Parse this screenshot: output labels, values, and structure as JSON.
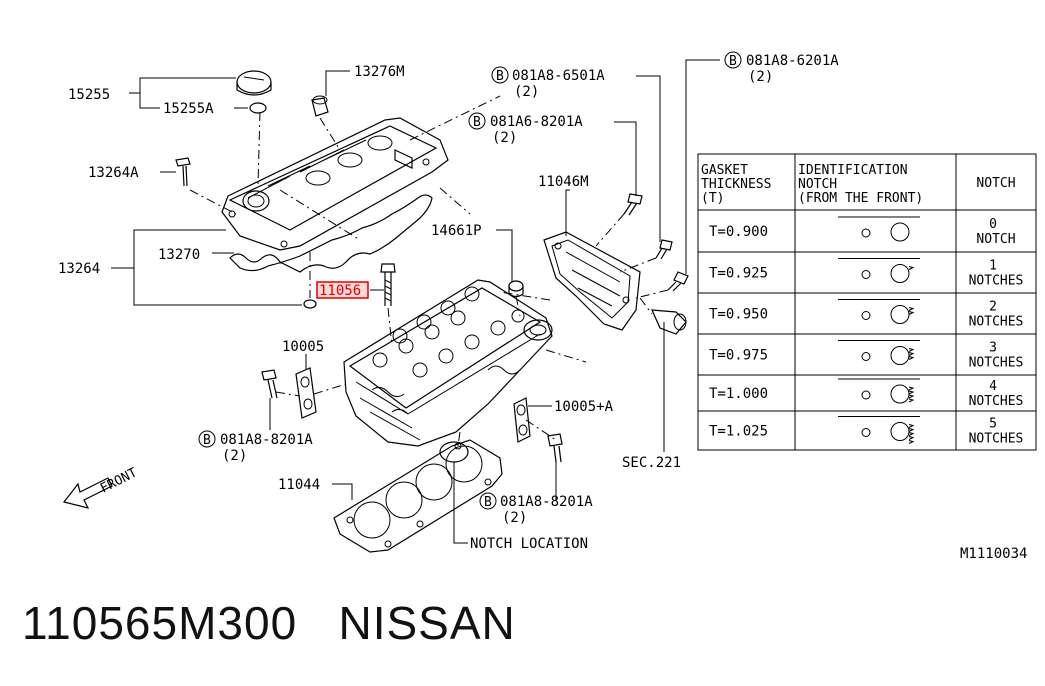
{
  "callouts": {
    "cap": "15255",
    "cap_seal": "15255A",
    "oil_filler": "13276M",
    "bolt_cover": "13264A",
    "cover_assy": "13264",
    "cover_gasket": "13270",
    "highlighted_part": "11056",
    "plug": "14661P",
    "bracket": "11046M",
    "head_assy": "10005",
    "seal_a": "10005+A",
    "head_gasket": "11044",
    "notch_location": "NOTCH LOCATION",
    "sec": "SEC.221",
    "front": "FRONT",
    "bolt_ref_1": "081A8-6501A",
    "bolt_ref_1_qty": "(2)",
    "bolt_ref_2": "081A6-8201A",
    "bolt_ref_2_qty": "(2)",
    "bolt_ref_3": "081A8-6201A",
    "bolt_ref_3_qty": "(2)",
    "bolt_ref_4": "081A8-8201A",
    "bolt_ref_4_qty": "(2)",
    "bolt_ref_5": "081A8-8201A",
    "bolt_ref_5_qty": "(2)",
    "b_marker": "B"
  },
  "table": {
    "headers": {
      "thickness": [
        "GASKET",
        "THICKNESS",
        "(T)"
      ],
      "identification": [
        "IDENTIFICATION",
        "NOTCH",
        "(FROM THE FRONT)"
      ],
      "notch": "NOTCH"
    },
    "rows": [
      {
        "thickness": "T=0.900",
        "count": "0",
        "unit": "NOTCH",
        "notches": 0
      },
      {
        "thickness": "T=0.925",
        "count": "1",
        "unit": "NOTCHES",
        "notches": 1
      },
      {
        "thickness": "T=0.950",
        "count": "2",
        "unit": "NOTCHES",
        "notches": 2
      },
      {
        "thickness": "T=0.975",
        "count": "3",
        "unit": "NOTCHES",
        "notches": 3
      },
      {
        "thickness": "T=1.000",
        "count": "4",
        "unit": "NOTCHES",
        "notches": 4
      },
      {
        "thickness": "T=1.025",
        "count": "5",
        "unit": "NOTCHES",
        "notches": 5
      }
    ]
  },
  "figure_code": "M1110034",
  "footer": {
    "part_number": "110565M300",
    "brand": "NISSAN"
  },
  "colors": {
    "highlight": "#e00000",
    "ink": "#000000"
  }
}
